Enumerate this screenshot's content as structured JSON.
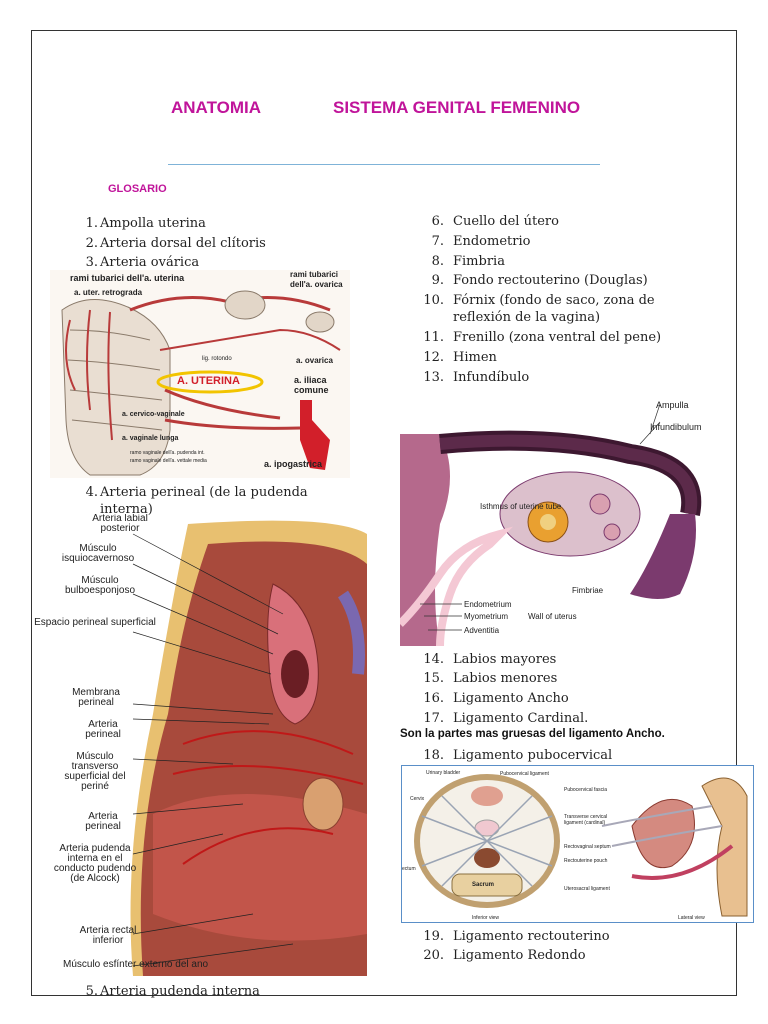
{
  "header": {
    "left_title": "ANATOMIA",
    "right_title": "SISTEMA GENITAL FEMENINO",
    "section": "GLOSARIO"
  },
  "glossary": [
    {
      "num": "1.",
      "text": "Ampolla uterina"
    },
    {
      "num": "2.",
      "text": "Arteria dorsal del clítoris"
    },
    {
      "num": "3.",
      "text": "Arteria ovárica"
    },
    {
      "num": "4.",
      "text": "Arteria perineal (de la pudenda interna)"
    },
    {
      "num": "5.",
      "text": "Arteria pudenda interna"
    },
    {
      "num": "6.",
      "text": "Cuello del útero"
    },
    {
      "num": "7.",
      "text": "Endometrio"
    },
    {
      "num": "8.",
      "text": "Fimbria"
    },
    {
      "num": "9.",
      "text": "Fondo rectouterino (Douglas)"
    },
    {
      "num": "10.",
      "text": "Fórnix (fondo de saco, zona de reflexión de la vagina)"
    },
    {
      "num": "11.",
      "text": "Frenillo (zona ventral del pene)"
    },
    {
      "num": "12.",
      "text": "Himen"
    },
    {
      "num": "13.",
      "text": "Infundíbulo"
    },
    {
      "num": "14.",
      "text": "Labios mayores"
    },
    {
      "num": "15.",
      "text": "Labios menores"
    },
    {
      "num": "16.",
      "text": "Ligamento Ancho"
    },
    {
      "num": "17.",
      "text": "Ligamento Cardinal."
    },
    {
      "num": "18.",
      "text": "Ligamento pubocervical"
    },
    {
      "num": "19.",
      "text": "Ligamento rectouterino"
    },
    {
      "num": "20.",
      "text": "Ligamento Redondo"
    }
  ],
  "note": "Son la partes mas gruesas del ligamento Ancho.",
  "fig_uterine": {
    "rami_uterina": "rami tubarici dell'a. uterina",
    "rami_ovarica": "rami tubarici dell'a. ovarica",
    "retrograda": "a. uter. retrograda",
    "lig_rotondo": "lig. rotondo",
    "ovarica": "a. ovarica",
    "uterina": "A. UTERINA",
    "iliaca": "a. iliaca comune",
    "cervico": "a. cervico-vaginale",
    "vaginale": "a. vaginale lunga",
    "ramo": "ramo vaginale dell'a. pudenda int.",
    "ramo2": "ramo vaginale dell'a. vettale media",
    "ipogastrica": "a. ipogastrica"
  },
  "fig_tube": {
    "ampulla": "Ampulla",
    "infundibulum": "Infundibulum",
    "isthmus": "Isthmus of uterine tube",
    "fimbriae": "Fimbriae",
    "endometrium": "Endometrium",
    "myometrium": "Myometrium",
    "adventitia": "Adventitia",
    "wall": "Wall of uterus"
  },
  "fig_perineum": {
    "l1": "Arteria labial posterior",
    "l2": "Músculo isquiocavernoso",
    "l3": "Músculo bulboesponjoso",
    "l4": "Espacio perineal superficial",
    "l5": "Membrana perineal",
    "l6": "Arteria perineal",
    "l7": "Músculo transverso superficial del periné",
    "l8": "Arteria perineal",
    "l9": "Arteria pudenda interna en el conducto pudendo (de Alcock)",
    "l10": "Arteria rectal inferior",
    "l11": "Músculo esfínter externo del ano"
  },
  "fig_ligaments": {
    "bladder": "Urinary bladder",
    "pubo_lig": "Pubocervical ligament",
    "pubo_fascia": "Pubocervical fascia",
    "cervix": "Cervix",
    "cardinal": "Transverse cervical ligament (cardinal)",
    "septum": "Rectovaginal septum",
    "pouch": "Rectouterine pouch",
    "rectum": "ectum",
    "sacrum": "Sacrum",
    "utero": "Uterosacral ligament",
    "inferior": "Inferior view",
    "lateral": "Lateral view"
  },
  "colors": {
    "title": "#c0149a",
    "rule": "#7fb3d8",
    "tissue_red": "#b83a3a",
    "tube_purple": "#7b3a6e"
  }
}
